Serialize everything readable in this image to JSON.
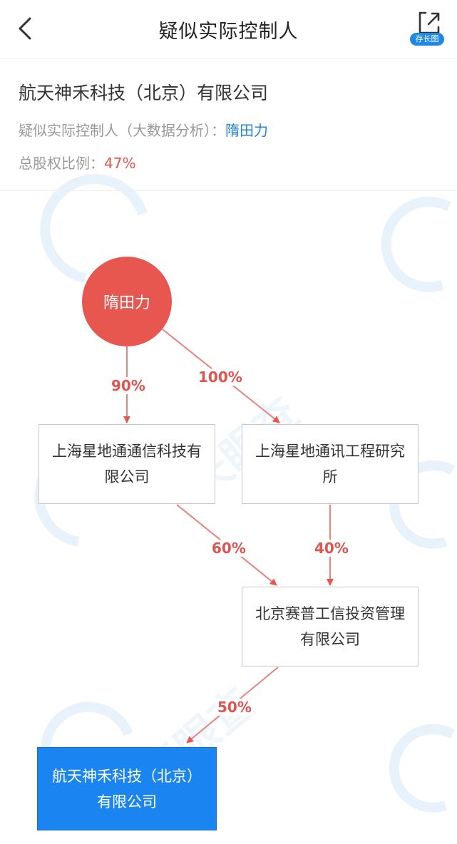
{
  "nav": {
    "title": "疑似实际控制人",
    "back_icon": "chevron-left-icon",
    "save_icon": "share-export-icon",
    "save_label": "存长图"
  },
  "info": {
    "company_name": "航天神禾科技（北京）有限公司",
    "controller_label": "疑似实际控制人（大数据分析）：",
    "controller_name": "隋田力",
    "ratio_label": "总股权比例：",
    "ratio_value": "47%"
  },
  "colors": {
    "accent_red": "#e85650",
    "label_red": "#e0534e",
    "link_blue": "#1f82d6",
    "target_blue": "#1a85f0",
    "badge_blue": "#1e88e5"
  },
  "diagram": {
    "person": {
      "name": "隋田力"
    },
    "nodes": [
      {
        "id": "n1",
        "name": "上海星地通通信科技有限公司"
      },
      {
        "id": "n2",
        "name": "上海星地通讯工程研究所"
      },
      {
        "id": "n3",
        "name": "北京赛普工信投资管理有限公司"
      }
    ],
    "target": {
      "name": "航天神禾科技（北京）有限公司"
    },
    "edges": [
      {
        "from": "隋田力",
        "to": "上海星地通通信科技有限公司",
        "label": "90%"
      },
      {
        "from": "隋田力",
        "to": "上海星地通讯工程研究所",
        "label": "100%"
      },
      {
        "from": "上海星地通通信科技有限公司",
        "to": "北京赛普工信投资管理有限公司",
        "label": "60%"
      },
      {
        "from": "上海星地通讯工程研究所",
        "to": "北京赛普工信投资管理有限公司",
        "label": "40%"
      },
      {
        "from": "北京赛普工信投资管理有限公司",
        "to": "航天神禾科技（北京）有限公司",
        "label": "50%"
      }
    ]
  }
}
